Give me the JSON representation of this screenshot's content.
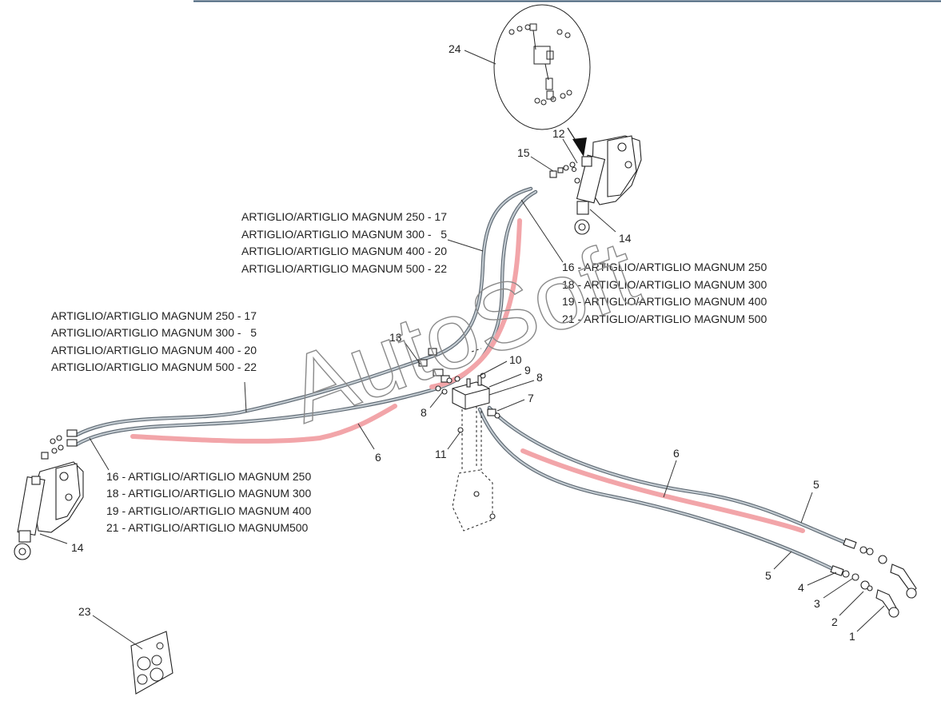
{
  "callouts": {
    "c1": "1",
    "c2": "2",
    "c3": "3",
    "c4": "4",
    "c5a": "5",
    "c5b": "5",
    "c6a": "6",
    "c6b": "6",
    "c7": "7",
    "c8a": "8",
    "c8b": "8",
    "c9": "9",
    "c10": "10",
    "c11": "11",
    "c12": "12",
    "c13": "13",
    "c14a": "14",
    "c14b": "14",
    "c15": "15",
    "c23": "23",
    "c24": "24"
  },
  "notes": {
    "upper_left": [
      "ARTIGLIO/ARTIGLIO MAGNUM 250 - 17",
      "ARTIGLIO/ARTIGLIO MAGNUM 300 -   5",
      "ARTIGLIO/ARTIGLIO MAGNUM 400 - 20",
      "ARTIGLIO/ARTIGLIO MAGNUM 500 - 22"
    ],
    "far_left": [
      "ARTIGLIO/ARTIGLIO MAGNUM 250 - 17",
      "ARTIGLIO/ARTIGLIO MAGNUM 300 -   5",
      "ARTIGLIO/ARTIGLIO MAGNUM 400 - 20",
      "ARTIGLIO/ARTIGLIO MAGNUM 500 - 22"
    ],
    "right": [
      "16 - ARTIGLIO/ARTIGLIO MAGNUM 250",
      "18 - ARTIGLIO/ARTIGLIO MAGNUM 300",
      "19 - ARTIGLIO/ARTIGLIO MAGNUM 400",
      "21 - ARTIGLIO/ARTIGLIO MAGNUM 500"
    ],
    "lower_left": [
      "16 - ARTIGLIO/ARTIGLIO MAGNUM 250",
      "18 - ARTIGLIO/ARTIGLIO MAGNUM 300",
      "19 - ARTIGLIO/ARTIGLIO MAGNUM 400",
      "21 - ARTIGLIO/ARTIGLIO MAGNUM500"
    ]
  },
  "watermark": "AutoSoft",
  "colors": {
    "hose": "#5b6670",
    "highlight": "#f2a5a9",
    "ink": "#222222",
    "top_rule": "#3d5a73"
  }
}
